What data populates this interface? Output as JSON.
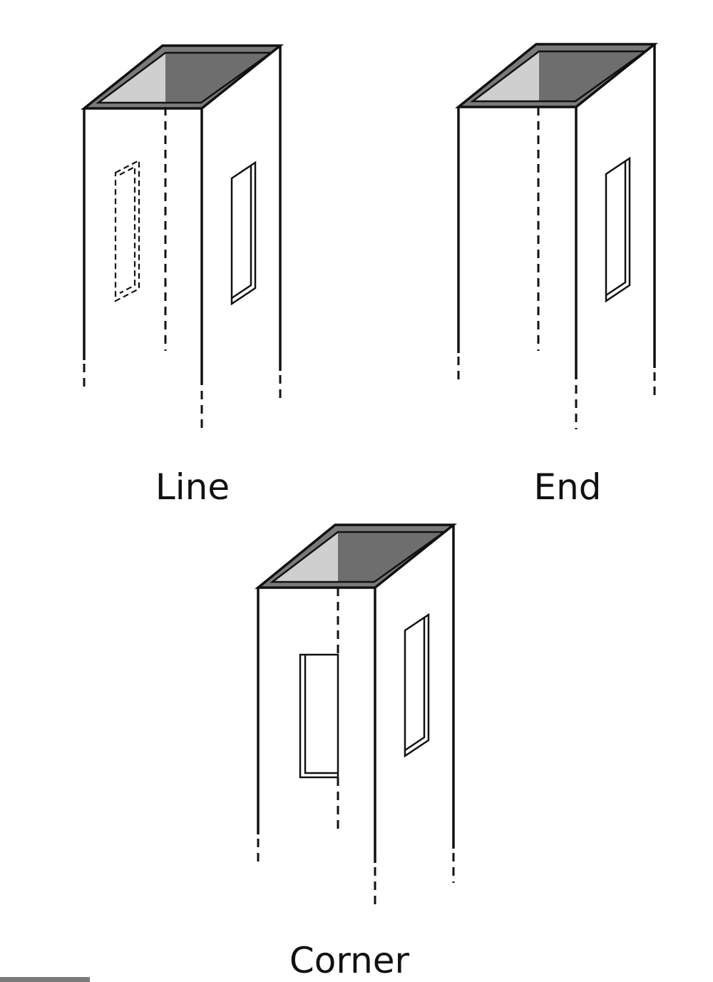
{
  "labels": {
    "line": "Line",
    "end": "End",
    "corner": "Corner"
  },
  "colors": {
    "outline": "#111111",
    "rim": "#7a7a7a",
    "interior_light": "#cfcfcf",
    "interior_dark": "#6e6e6e",
    "slot_dark": "#6e6e6e",
    "slot_light": "#cccccc",
    "background": "#ffffff"
  }
}
